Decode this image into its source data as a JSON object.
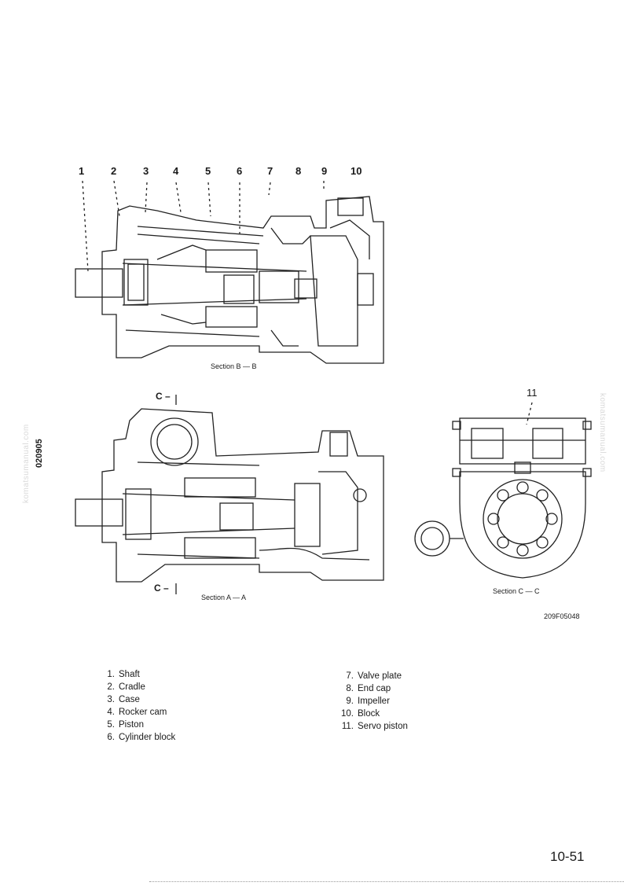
{
  "section_bb": {
    "callouts": [
      "1",
      "2",
      "3",
      "4",
      "5",
      "6",
      "7",
      "8",
      "9",
      "10"
    ],
    "caption": "Section B — B"
  },
  "section_aa": {
    "marker_top": "C",
    "marker_bottom": "C",
    "caption": "Section A — A"
  },
  "section_cc": {
    "callout": "11",
    "caption": "Section C — C"
  },
  "figure_code": "209F05048",
  "side_code": "020905",
  "watermark": "komatsumanual.com",
  "legend_left": [
    {
      "num": "1.",
      "label": "Shaft"
    },
    {
      "num": "2.",
      "label": "Cradle"
    },
    {
      "num": "3.",
      "label": "Case"
    },
    {
      "num": "4.",
      "label": "Rocker cam"
    },
    {
      "num": "5.",
      "label": "Piston"
    },
    {
      "num": "6.",
      "label": "Cylinder block"
    }
  ],
  "legend_right": [
    {
      "num": "7.",
      "label": "Valve plate"
    },
    {
      "num": "8.",
      "label": "End cap"
    },
    {
      "num": "9.",
      "label": "Impeller"
    },
    {
      "num": "10.",
      "label": "Block"
    },
    {
      "num": "11.",
      "label": "Servo piston"
    }
  ],
  "page_number": "10-51"
}
